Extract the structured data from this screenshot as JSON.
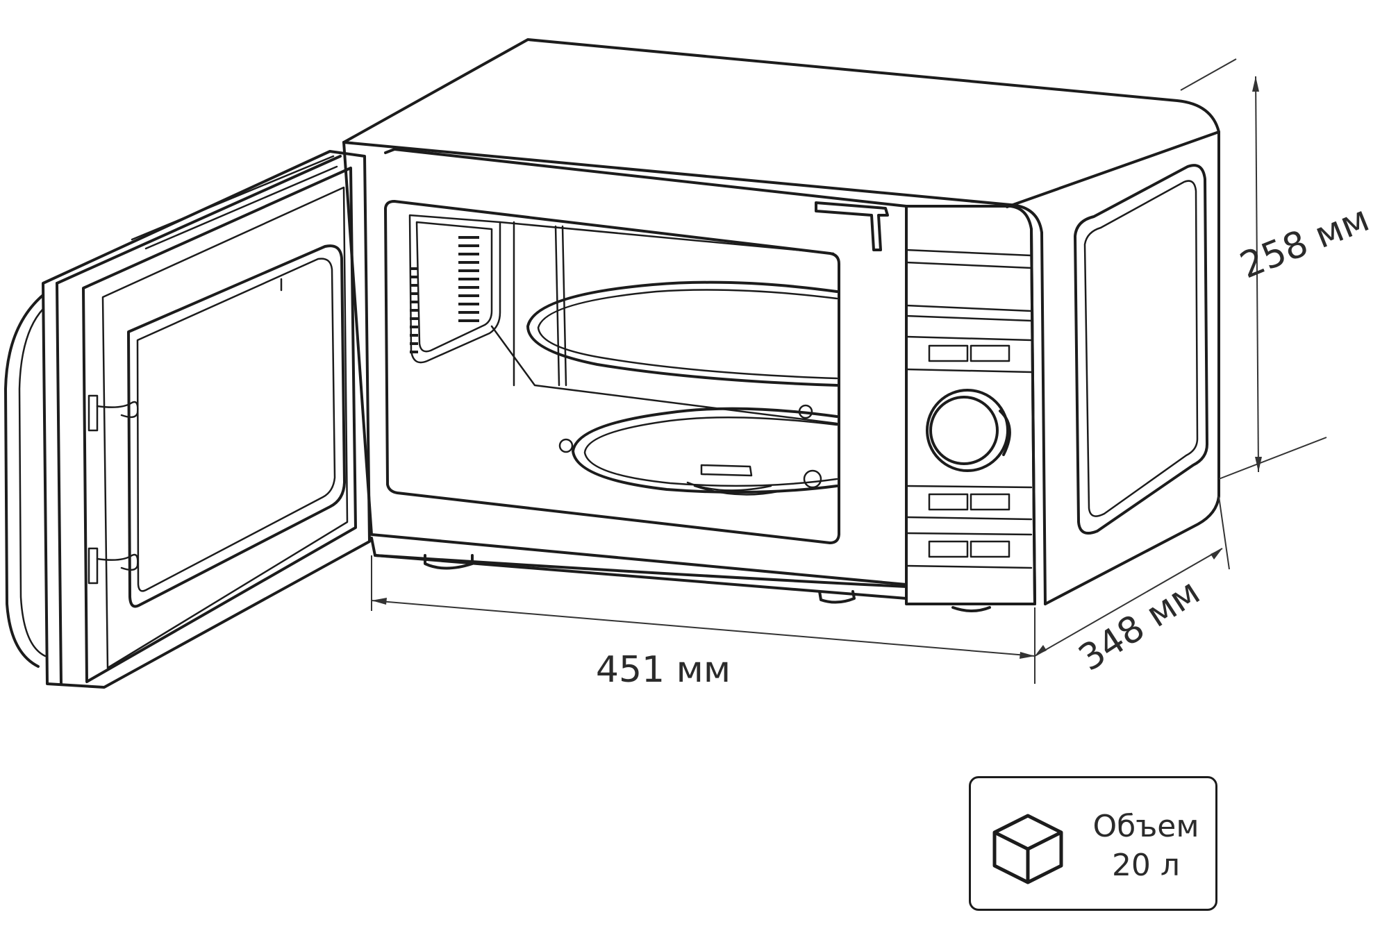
{
  "dimensions": {
    "width": "451 мм",
    "height": "258 мм",
    "depth": "348 мм"
  },
  "volume": {
    "label": "Объем",
    "value": "20 л",
    "icon": "cube-icon"
  },
  "colors": {
    "line": "#1c1c1c",
    "text": "#2b2b2b",
    "background": "#ffffff"
  }
}
